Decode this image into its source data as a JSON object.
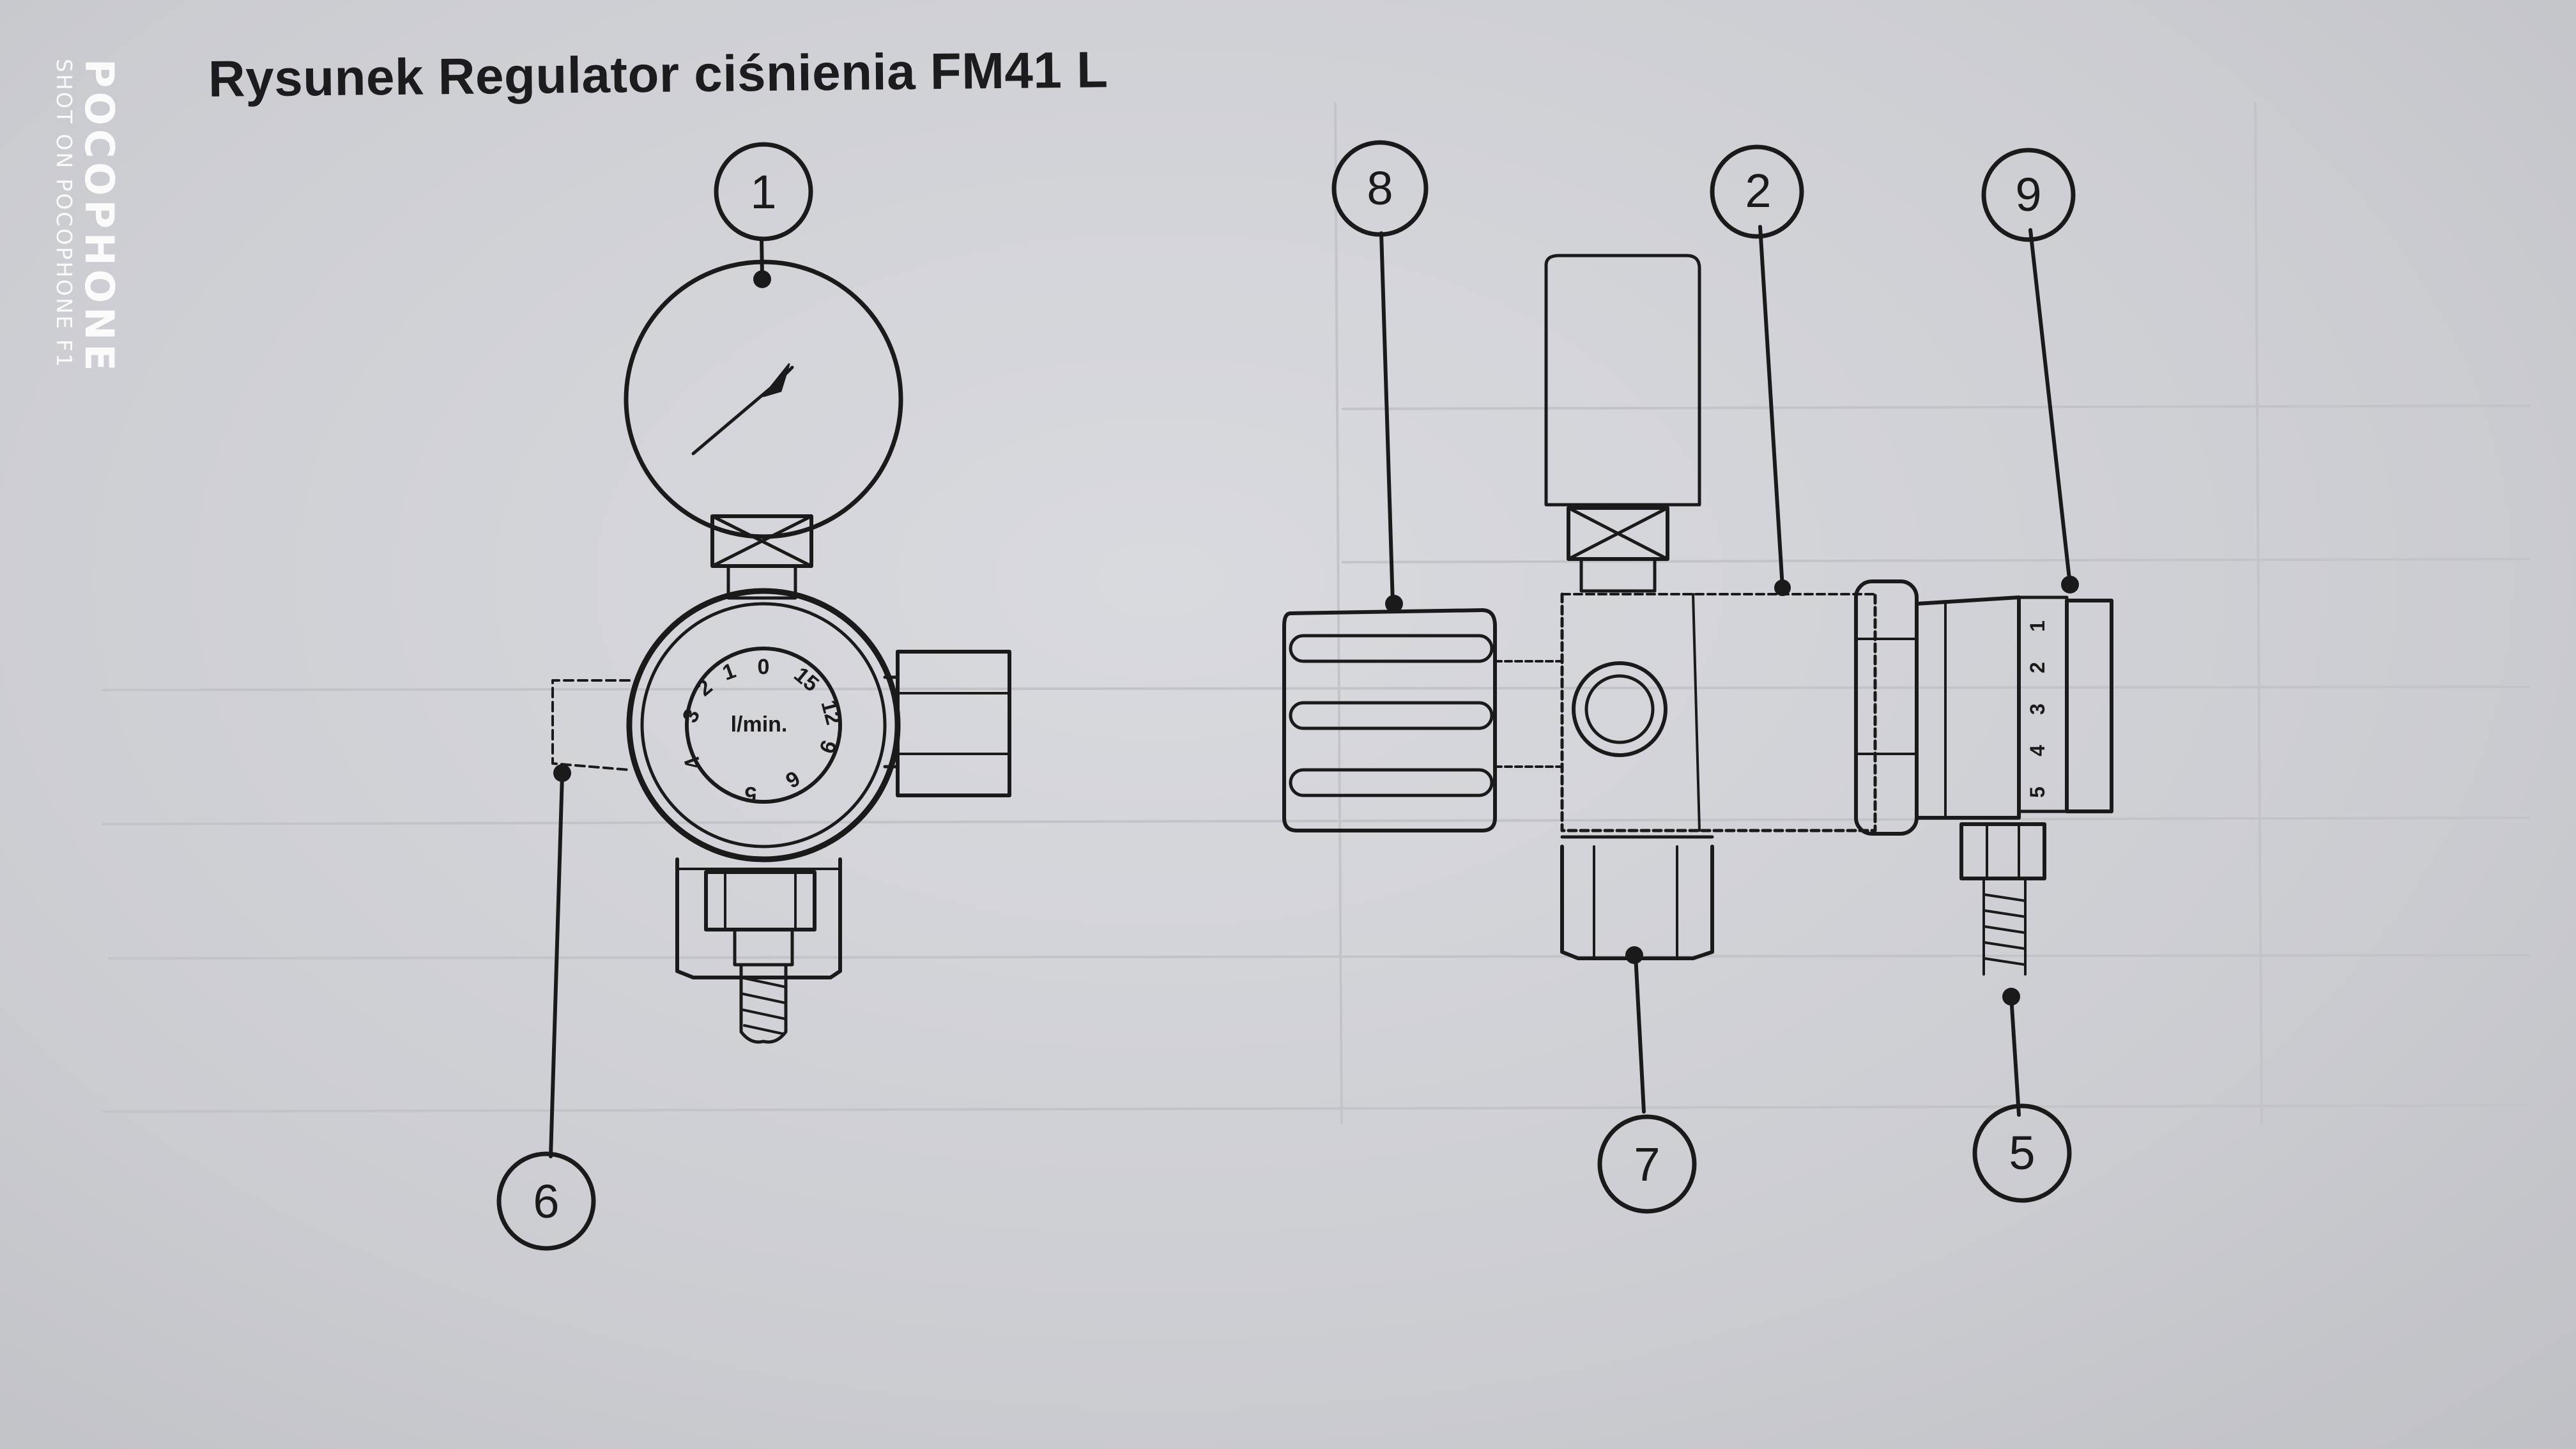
{
  "watermark": {
    "brand": "POCOPHONE",
    "shot_on": "SHOT ON POCOPHONE F1"
  },
  "title": "Rysunek Regulator ciśnienia FM41 L",
  "callouts": [
    "1",
    "2",
    "5",
    "6",
    "7",
    "8",
    "9"
  ],
  "gauge": {
    "unit": "l/min.",
    "scale_marks": [
      "0",
      "1",
      "2",
      "3",
      "4",
      "5",
      "6",
      "9",
      "12",
      "15"
    ]
  },
  "adjuster_scale": [
    "1",
    "2",
    "3",
    "4",
    "5"
  ],
  "colors": {
    "paper": "#d3d4d9",
    "ink": "#1a1a1a"
  }
}
